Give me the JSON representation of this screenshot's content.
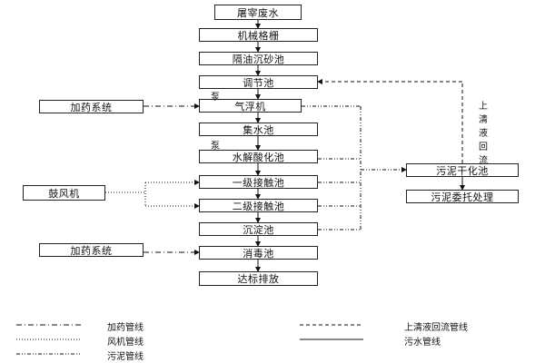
{
  "main_flow": [
    "屠宰废水",
    "机械格栅",
    "隔油沉砂池",
    "调节池",
    "气浮机",
    "集水池",
    "水解酸化池",
    "一级接触池",
    "二级接触池",
    "沉淀池",
    "消毒池",
    "达标排放"
  ],
  "side_boxes": {
    "dosing_1": "加药系统",
    "blower": "鼓风机",
    "dosing_2": "加药系统",
    "sludge_dry": "污泥干化池",
    "sludge_disposal": "污泥委托处理"
  },
  "labels": {
    "pump_1": "泵",
    "pump_2": "泵",
    "supernatant_return": "上清液回流"
  },
  "legend": [
    {
      "key": "dosing",
      "label": "加药管线"
    },
    {
      "key": "air",
      "label": "风机管线"
    },
    {
      "key": "sludge",
      "label": "污泥管线"
    },
    {
      "key": "return",
      "label": "上清液回流管线"
    },
    {
      "key": "sewage",
      "label": "污水管线"
    }
  ]
}
